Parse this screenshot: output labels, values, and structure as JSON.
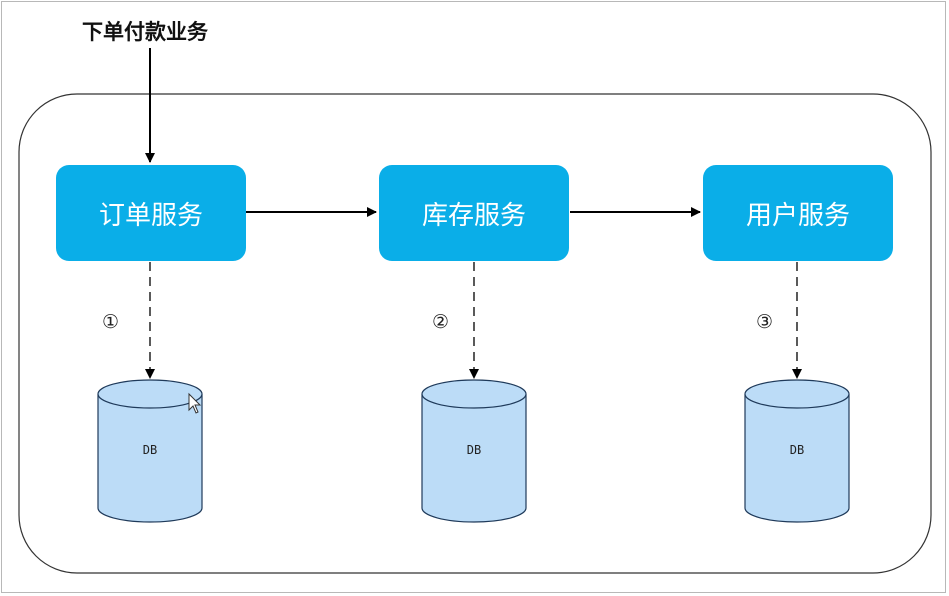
{
  "entry": {
    "label": "下单付款业务"
  },
  "services": [
    {
      "label": "订单服务",
      "step": "①",
      "db": "DB"
    },
    {
      "label": "库存服务",
      "step": "②",
      "db": "DB"
    },
    {
      "label": "用户服务",
      "step": "③",
      "db": "DB"
    }
  ],
  "colors": {
    "service_fill": "#0aaee8",
    "db_fill": "#bcdcf7",
    "db_stroke": "#1f3a5a",
    "line": "#000000"
  }
}
